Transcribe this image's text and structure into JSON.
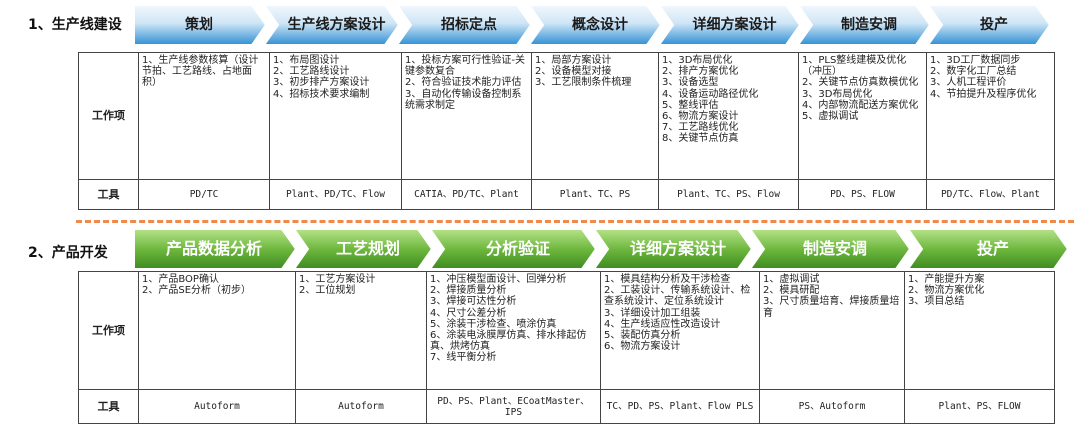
{
  "sections": [
    {
      "title": "1、生产线建设",
      "row_labels": [
        "工作项",
        "工具"
      ],
      "stages": [
        {
          "name": "策划",
          "items": [
            "1、生产线参数核算（设计节拍、工艺路线、占地面积）"
          ],
          "tools": "PD/TC"
        },
        {
          "name": "生产线方案设计",
          "items": [
            "1、布局图设计",
            "2、工艺路线设计",
            "3、初步排产方案设计",
            "4、招标技术要求编制"
          ],
          "tools": "Plant、PD/TC、Flow"
        },
        {
          "name": "招标定点",
          "items": [
            "1、投标方案可行性验证-关键参数复合",
            "2、符合验证技术能力评估",
            "3、自动化传输设备控制系统需求制定"
          ],
          "tools": "CATIA、PD/TC、Plant"
        },
        {
          "name": "概念设计",
          "items": [
            "1、局部方案设计",
            "2、设备模型对接",
            "3、工艺限制条件梳理"
          ],
          "tools": "Plant、TC、PS"
        },
        {
          "name": "详细方案设计",
          "items": [
            "1、3D布局优化",
            "2、排产方案优化",
            "3、设备选型",
            "4、设备运动路径优化",
            "5、整线评估",
            "6、物流方案设计",
            "7、工艺路线优化",
            "8、关键节点仿真"
          ],
          "tools": "Plant、TC、PS、Flow"
        },
        {
          "name": "制造安调",
          "items": [
            "1、PLS整线建模及优化（冲压）",
            "2、关键节点仿真数模优化",
            "3、3D布局优化",
            "4、内部物流配送方案优化",
            "5、虚拟调试"
          ],
          "tools": "PD、PS、FLOW"
        },
        {
          "name": "投产",
          "items": [
            "1、3D工厂数据同步",
            "2、数字化工厂总结",
            "3、人机工程评价",
            "4、节拍提升及程序优化"
          ],
          "tools": "PD/TC、Flow、Plant"
        }
      ]
    },
    {
      "title": "2、产品开发",
      "row_labels": [
        "工作项",
        "工具"
      ],
      "stages": [
        {
          "name": "产品数据分析",
          "items": [
            "1、产品BOP确认",
            "2、产品SE分析（初步）"
          ],
          "tools": "Autoform"
        },
        {
          "name": "工艺规划",
          "items": [
            "1、工艺方案设计",
            "2、工位规划"
          ],
          "tools": "Autoform"
        },
        {
          "name": "分析验证",
          "items": [
            "1、冲压模型面设计、回弹分析",
            "2、焊接质量分析",
            "3、焊接可达性分析",
            "4、尺寸公差分析",
            "5、涂装干涉检查、喷涂仿真",
            "6、涂装电泳膜厚仿真、排水排起仿真、烘烤仿真",
            "7、线平衡分析"
          ],
          "tools": "PD、PS、Plant、ECoatMaster、IPS"
        },
        {
          "name": "详细方案设计",
          "items": [
            "1、模具结构分析及干涉检查",
            "2、工装设计、传输系统设计、检查系统设计、定位系统设计",
            "3、详细设计加工组装",
            "4、生产线适应性改造设计",
            "5、装配仿真分析",
            "6、物流方案设计"
          ],
          "tools": "TC、PD、PS、Plant、Flow PLS"
        },
        {
          "name": "制造安调",
          "items": [
            "1、虚拟调试",
            "2、模具研配",
            "3、尺寸质量培育、焊接质量培育"
          ],
          "tools": "PS、Autoform"
        },
        {
          "name": "投产",
          "items": [
            "1、产能提升方案",
            "2、物流方案优化",
            "3、项目总结"
          ],
          "tools": "Plant、PS、FLOW"
        }
      ]
    }
  ],
  "colors": {
    "blue_chevron_light": "#e8f3fb",
    "blue_chevron_dark": "#2f8fd3",
    "green_chevron_light": "#9fd66a",
    "green_chevron_dark": "#4a9a2a",
    "divider": "#f08a4b"
  }
}
